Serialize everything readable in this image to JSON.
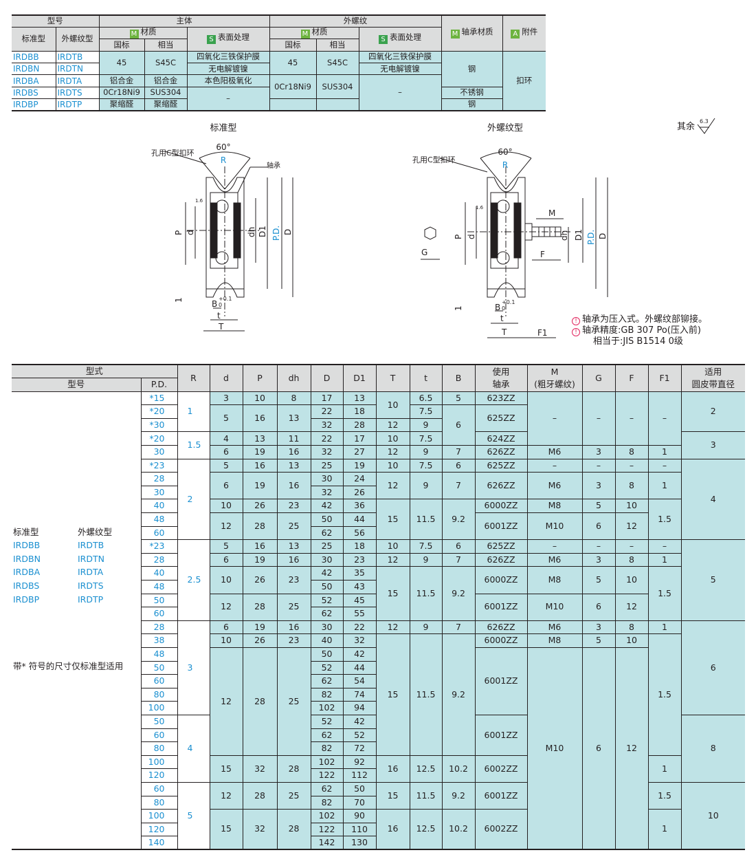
{
  "materials": {
    "header": {
      "model": "型号",
      "body": "主体",
      "thread": "外螺纹",
      "std": "标准型",
      "ext": "外螺纹型",
      "m_tag": "M",
      "s_tag": "S",
      "a_tag": "A",
      "material": "材质",
      "surface": "表面处理",
      "bearing_mat": "轴承材质",
      "accessory": "附件",
      "gb": "国标",
      "equiv": "相当"
    },
    "rows": [
      {
        "std": "IRDBB",
        "ext": "IRDTB"
      },
      {
        "std": "IRDBN",
        "ext": "IRDTN"
      },
      {
        "std": "IRDBA",
        "ext": "IRDTA"
      },
      {
        "std": "IRDBS",
        "ext": "IRDTS"
      },
      {
        "std": "IRDBP",
        "ext": "IRDTP"
      }
    ],
    "cells": {
      "gb_45": "45",
      "s45c": "S45C",
      "blackox": "四氧化三铁保护膜",
      "ni": "无电解镀镍",
      "al": "铝合金",
      "anod": "本色阳极氧化",
      "sus_gb": "0Cr18Ni9",
      "sus": "SUS304",
      "pom": "聚缩醛",
      "dash": "–",
      "steel": "钢",
      "stainless": "不锈钢",
      "ring": "扣环"
    }
  },
  "drawings": {
    "std_title": "标准型",
    "ext_title": "外螺纹型",
    "roughness": "其余",
    "roughness_val": "6.3",
    "angle": "60°",
    "label_ring": "孔用C型扣环",
    "label_bearing": "轴承",
    "R": "R",
    "P": "P",
    "d": "d",
    "dh": "dh",
    "D1": "D1",
    "PD": "P.D.",
    "D": "D",
    "B": "B",
    "tol_up": "+0.1",
    "tol_lo": "0",
    "t": "t",
    "T": "T",
    "one": "1",
    "r16": "1.6",
    "M": "M",
    "F": "F",
    "G": "G",
    "F1": "F1"
  },
  "notes": [
    "轴承为压入式。外螺纹部铆接。",
    "轴承精度:GB 307 Po(压入前)",
    "相当于:JIS B1514 0级"
  ],
  "dims": {
    "header": {
      "form": "型式",
      "model": "型号",
      "pd": "P.D.",
      "R": "R",
      "d": "d",
      "P": "P",
      "dh": "dh",
      "D": "D",
      "D1": "D1",
      "T": "T",
      "t": "t",
      "B": "B",
      "bearing1": "使用",
      "bearing2": "轴承",
      "M1": "M",
      "M2": "(粗牙螺纹)",
      "G": "G",
      "F": "F",
      "F1": "F1",
      "belt1": "适用",
      "belt2": "圆皮带直径"
    },
    "left": {
      "std": "标准型",
      "ext": "外螺纹型",
      "pairs": [
        [
          "IRDBB",
          "IRDTB"
        ],
        [
          "IRDBN",
          "IRDTN"
        ],
        [
          "IRDBA",
          "IRDTA"
        ],
        [
          "IRDBS",
          "IRDTS"
        ],
        [
          "IRDBP",
          "IRDTP"
        ]
      ],
      "note": "带* 符号的尺寸仅标准型适用"
    },
    "rows": [
      [
        "*15",
        "1",
        "3",
        "10",
        "8",
        "17",
        "13",
        "10",
        "6.5",
        "5",
        "623ZZ",
        "–",
        "–",
        "–",
        "–",
        "2"
      ],
      [
        "*20",
        "",
        "5",
        "16",
        "13",
        "22",
        "18",
        "",
        "7.5",
        "6",
        "625ZZ",
        "",
        "",
        "",
        "",
        ""
      ],
      [
        "*30",
        "",
        "",
        "",
        "",
        "32",
        "28",
        "12",
        "9",
        "",
        "",
        "",
        "",
        "",
        "",
        ""
      ],
      [
        "*20",
        "1.5",
        "4",
        "13",
        "11",
        "22",
        "17",
        "10",
        "7.5",
        "",
        "624ZZ",
        "",
        "",
        "",
        "",
        "3"
      ],
      [
        "30",
        "",
        "6",
        "19",
        "16",
        "32",
        "27",
        "12",
        "9",
        "7",
        "626ZZ",
        "M6",
        "3",
        "8",
        "1",
        ""
      ],
      [
        "*23",
        "2",
        "5",
        "16",
        "13",
        "25",
        "19",
        "10",
        "7.5",
        "6",
        "625ZZ",
        "–",
        "–",
        "–",
        "–",
        "4"
      ],
      [
        "28",
        "",
        "6",
        "19",
        "16",
        "30",
        "24",
        "12",
        "9",
        "7",
        "626ZZ",
        "M6",
        "3",
        "8",
        "1",
        ""
      ],
      [
        "30",
        "",
        "",
        "",
        "",
        "32",
        "26",
        "",
        "",
        "",
        "",
        "",
        "",
        "",
        "",
        ""
      ],
      [
        "40",
        "",
        "10",
        "26",
        "23",
        "42",
        "36",
        "15",
        "11.5",
        "9.2",
        "6000ZZ",
        "M8",
        "5",
        "10",
        "1.5",
        ""
      ],
      [
        "48",
        "",
        "12",
        "28",
        "25",
        "50",
        "44",
        "",
        "",
        "",
        "6001ZZ",
        "M10",
        "6",
        "12",
        "",
        ""
      ],
      [
        "60",
        "",
        "",
        "",
        "",
        "62",
        "56",
        "",
        "",
        "",
        "",
        "",
        "",
        "",
        "",
        ""
      ],
      [
        "*23",
        "2.5",
        "5",
        "16",
        "13",
        "25",
        "18",
        "10",
        "7.5",
        "6",
        "625ZZ",
        "–",
        "–",
        "–",
        "–",
        "5"
      ],
      [
        "28",
        "",
        "6",
        "19",
        "16",
        "30",
        "23",
        "12",
        "9",
        "7",
        "626ZZ",
        "M6",
        "3",
        "8",
        "1",
        ""
      ],
      [
        "40",
        "",
        "10",
        "26",
        "23",
        "42",
        "35",
        "15",
        "11.5",
        "9.2",
        "6000ZZ",
        "M8",
        "5",
        "10",
        "1.5",
        ""
      ],
      [
        "48",
        "",
        "",
        "",
        "",
        "50",
        "43",
        "",
        "",
        "",
        "",
        "",
        "",
        "",
        "",
        ""
      ],
      [
        "50",
        "",
        "12",
        "28",
        "25",
        "52",
        "45",
        "",
        "",
        "",
        "6001ZZ",
        "M10",
        "6",
        "12",
        "",
        ""
      ],
      [
        "60",
        "",
        "",
        "",
        "",
        "62",
        "55",
        "",
        "",
        "",
        "",
        "",
        "",
        "",
        "",
        ""
      ],
      [
        "28",
        "3",
        "6",
        "19",
        "16",
        "30",
        "22",
        "12",
        "9",
        "7",
        "626ZZ",
        "M6",
        "3",
        "8",
        "1",
        "6"
      ],
      [
        "38",
        "",
        "10",
        "26",
        "23",
        "40",
        "32",
        "15",
        "11.5",
        "9.2",
        "6000ZZ",
        "M8",
        "5",
        "10",
        "1.5",
        ""
      ],
      [
        "48",
        "",
        "12",
        "28",
        "25",
        "50",
        "42",
        "",
        "",
        "",
        "6001ZZ",
        "M10",
        "6",
        "12",
        "",
        ""
      ],
      [
        "50",
        "",
        "",
        "",
        "",
        "52",
        "44",
        "",
        "",
        "",
        "",
        "",
        "",
        "",
        "",
        ""
      ],
      [
        "60",
        "",
        "",
        "",
        "",
        "62",
        "54",
        "",
        "",
        "",
        "",
        "",
        "",
        "",
        "",
        ""
      ],
      [
        "80",
        "",
        "",
        "",
        "",
        "82",
        "74",
        "",
        "",
        "",
        "",
        "",
        "",
        "",
        "",
        ""
      ],
      [
        "100",
        "",
        "",
        "",
        "",
        "102",
        "94",
        "",
        "",
        "",
        "",
        "",
        "",
        "",
        "",
        ""
      ],
      [
        "50",
        "4",
        "",
        "",
        "",
        "52",
        "42",
        "",
        "",
        "",
        "6001ZZ",
        "",
        "",
        "",
        "",
        "8"
      ],
      [
        "60",
        "",
        "",
        "",
        "",
        "62",
        "52",
        "",
        "",
        "",
        "",
        "",
        "",
        "",
        "",
        ""
      ],
      [
        "80",
        "",
        "",
        "",
        "",
        "82",
        "72",
        "",
        "",
        "",
        "",
        "",
        "",
        "",
        "",
        ""
      ],
      [
        "100",
        "",
        "15",
        "32",
        "28",
        "102",
        "92",
        "16",
        "12.5",
        "10.2",
        "6002ZZ",
        "",
        "",
        "",
        "1",
        ""
      ],
      [
        "120",
        "",
        "",
        "",
        "",
        "122",
        "112",
        "",
        "",
        "",
        "",
        "",
        "",
        "",
        "",
        ""
      ],
      [
        "60",
        "5",
        "12",
        "28",
        "25",
        "62",
        "50",
        "15",
        "11.5",
        "9.2",
        "6001ZZ",
        "",
        "",
        "",
        "1.5",
        "10"
      ],
      [
        "80",
        "",
        "",
        "",
        "",
        "82",
        "70",
        "",
        "",
        "",
        "",
        "",
        "",
        "",
        "",
        ""
      ],
      [
        "100",
        "",
        "15",
        "32",
        "28",
        "102",
        "90",
        "16",
        "12.5",
        "10.2",
        "6002ZZ",
        "",
        "",
        "",
        "1",
        ""
      ],
      [
        "120",
        "",
        "",
        "",
        "",
        "122",
        "110",
        "",
        "",
        "",
        "",
        "",
        "",
        "",
        "",
        ""
      ],
      [
        "140",
        "",
        "",
        "",
        "",
        "142",
        "130",
        "",
        "",
        "",
        "",
        "",
        "",
        "",
        "",
        ""
      ]
    ]
  }
}
